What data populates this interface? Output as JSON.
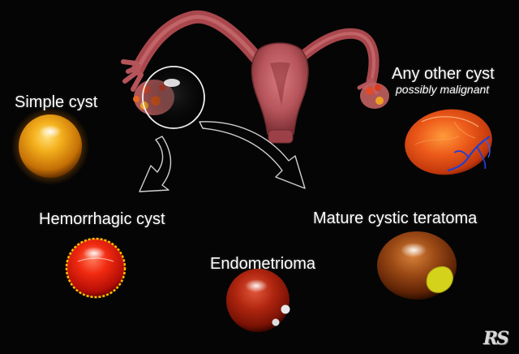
{
  "labels": {
    "simple": "Simple cyst",
    "hemorrhagic": "Hemorrhagic cyst",
    "endometrioma": "Endometrioma",
    "teratoma": "Mature cystic teratoma",
    "other": "Any other cyst",
    "other_sub": "possibly malignant"
  },
  "signature": "RS",
  "colors": {
    "background": "#000000",
    "uterus": "#b5545a",
    "simple_cyst": "#e89a10",
    "hemorrhagic_cyst": "#e41e0c",
    "endometrioma": "#a8200f",
    "teratoma": "#8a3c10",
    "teratoma_fat": "#d4d21a",
    "other_cyst": "#e8541c",
    "vessels": "#1d3fd6"
  }
}
